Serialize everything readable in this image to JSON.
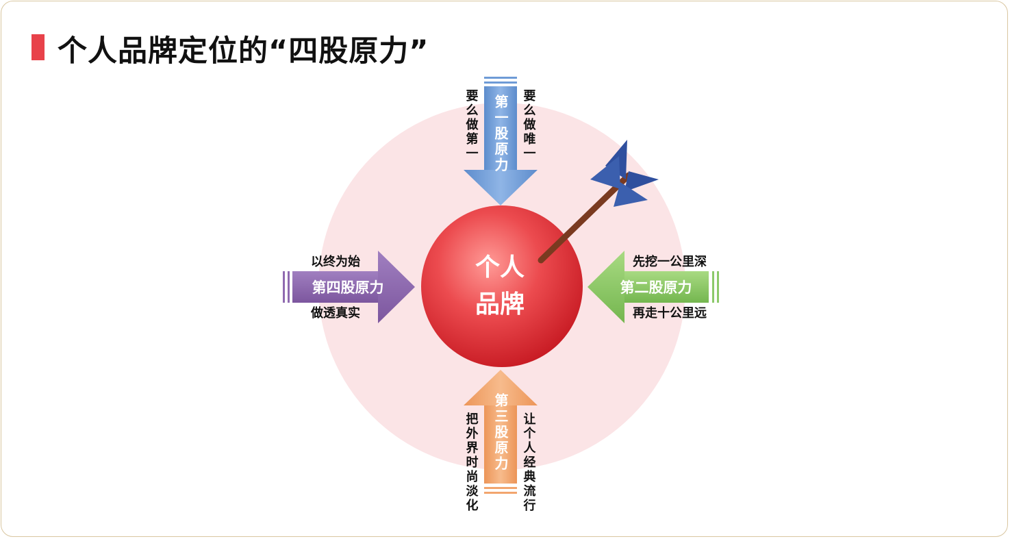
{
  "title": "个人品牌定位的“四股原力”",
  "colors": {
    "accent": "#e8424a",
    "halo": "#fbe4e6",
    "core": "#e0323a",
    "force_one": "#6e9bd6",
    "force_two": "#8cc96a",
    "force_three": "#f2a56e",
    "force_four": "#8f6ab0",
    "arrow_fletching": "#2f4f9e",
    "arrow_shaft": "#7a3a20"
  },
  "center": {
    "line1": "个人",
    "line2": "品牌"
  },
  "forces": {
    "one": {
      "name": "第一股原力",
      "left_text": "要么做第一",
      "right_text": "要么做唯一"
    },
    "two": {
      "name": "第二股原力",
      "top_text": "先挖一公里深",
      "bottom_text": "再走十公里远"
    },
    "three": {
      "name": "第三股原力",
      "left_text": "把外界时尚淡化",
      "right_text": "让个人经典流行"
    },
    "four": {
      "name": "第四股原力",
      "top_text": "以终为始",
      "bottom_text": "做透真实"
    }
  }
}
